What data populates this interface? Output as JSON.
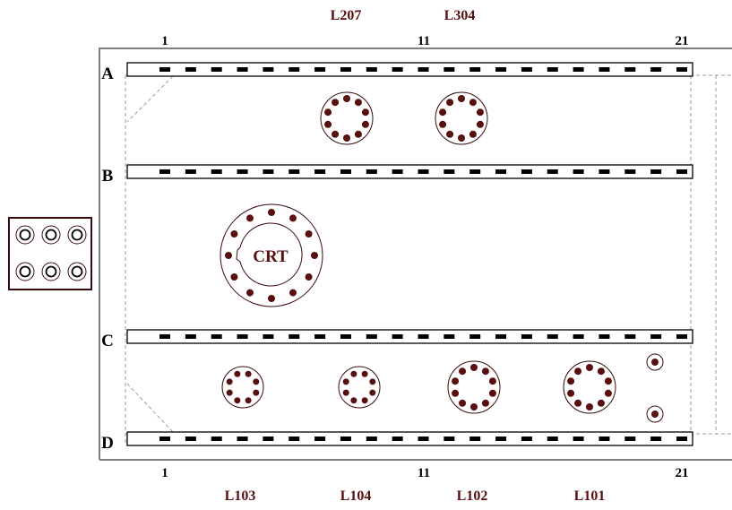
{
  "colors": {
    "component": "#5a0f0f",
    "pad": "#000000",
    "outline": "#808080"
  },
  "rows": [
    {
      "label": "A"
    },
    {
      "label": "B"
    },
    {
      "label": "C"
    },
    {
      "label": "D"
    }
  ],
  "pads_per_strip": 21,
  "column_numbers_top": [
    "1",
    "11",
    "21"
  ],
  "column_numbers_bottom": [
    "1",
    "11",
    "21"
  ],
  "components": [
    {
      "label": "L207",
      "pins": 10,
      "label_pos": "top"
    },
    {
      "label": "L304",
      "pins": 10,
      "label_pos": "top"
    },
    {
      "label": "L103",
      "pins": 8,
      "label_pos": "bottom"
    },
    {
      "label": "L104",
      "pins": 8,
      "label_pos": "bottom"
    },
    {
      "label": "L102",
      "pins": 10,
      "label_pos": "bottom"
    },
    {
      "label": "L101",
      "pins": 10,
      "label_pos": "bottom"
    }
  ],
  "crt": {
    "label": "CRT",
    "pins": 12
  },
  "connector": {
    "sockets": 6
  }
}
